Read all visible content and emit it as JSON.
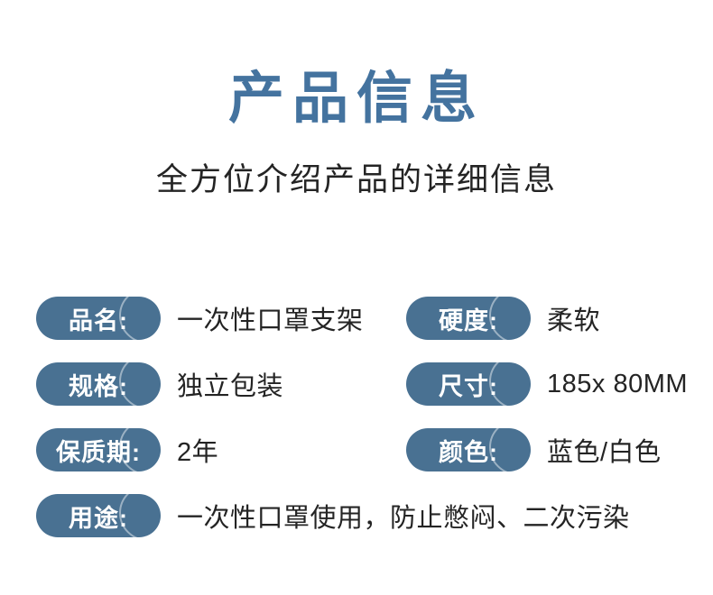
{
  "page": {
    "title": "产品信息",
    "subtitle": "全方位介绍产品的详细信息"
  },
  "colors": {
    "title-color": "#44739F",
    "pill-color": "#497192",
    "text-color": "#242424"
  },
  "specs": [
    {
      "label": "品名:",
      "value": "一次性口罩支架"
    },
    {
      "label": "硬度:",
      "value": "柔软"
    },
    {
      "label": "规格:",
      "value": "独立包装"
    },
    {
      "label": "尺寸:",
      "value": "185x 80MM"
    },
    {
      "label": "保质期:",
      "value": "2年"
    },
    {
      "label": "颜色:",
      "value": "蓝色/白色"
    },
    {
      "label": "用途:",
      "value": "一次性口罩使用，防止憋闷、二次污染"
    }
  ]
}
